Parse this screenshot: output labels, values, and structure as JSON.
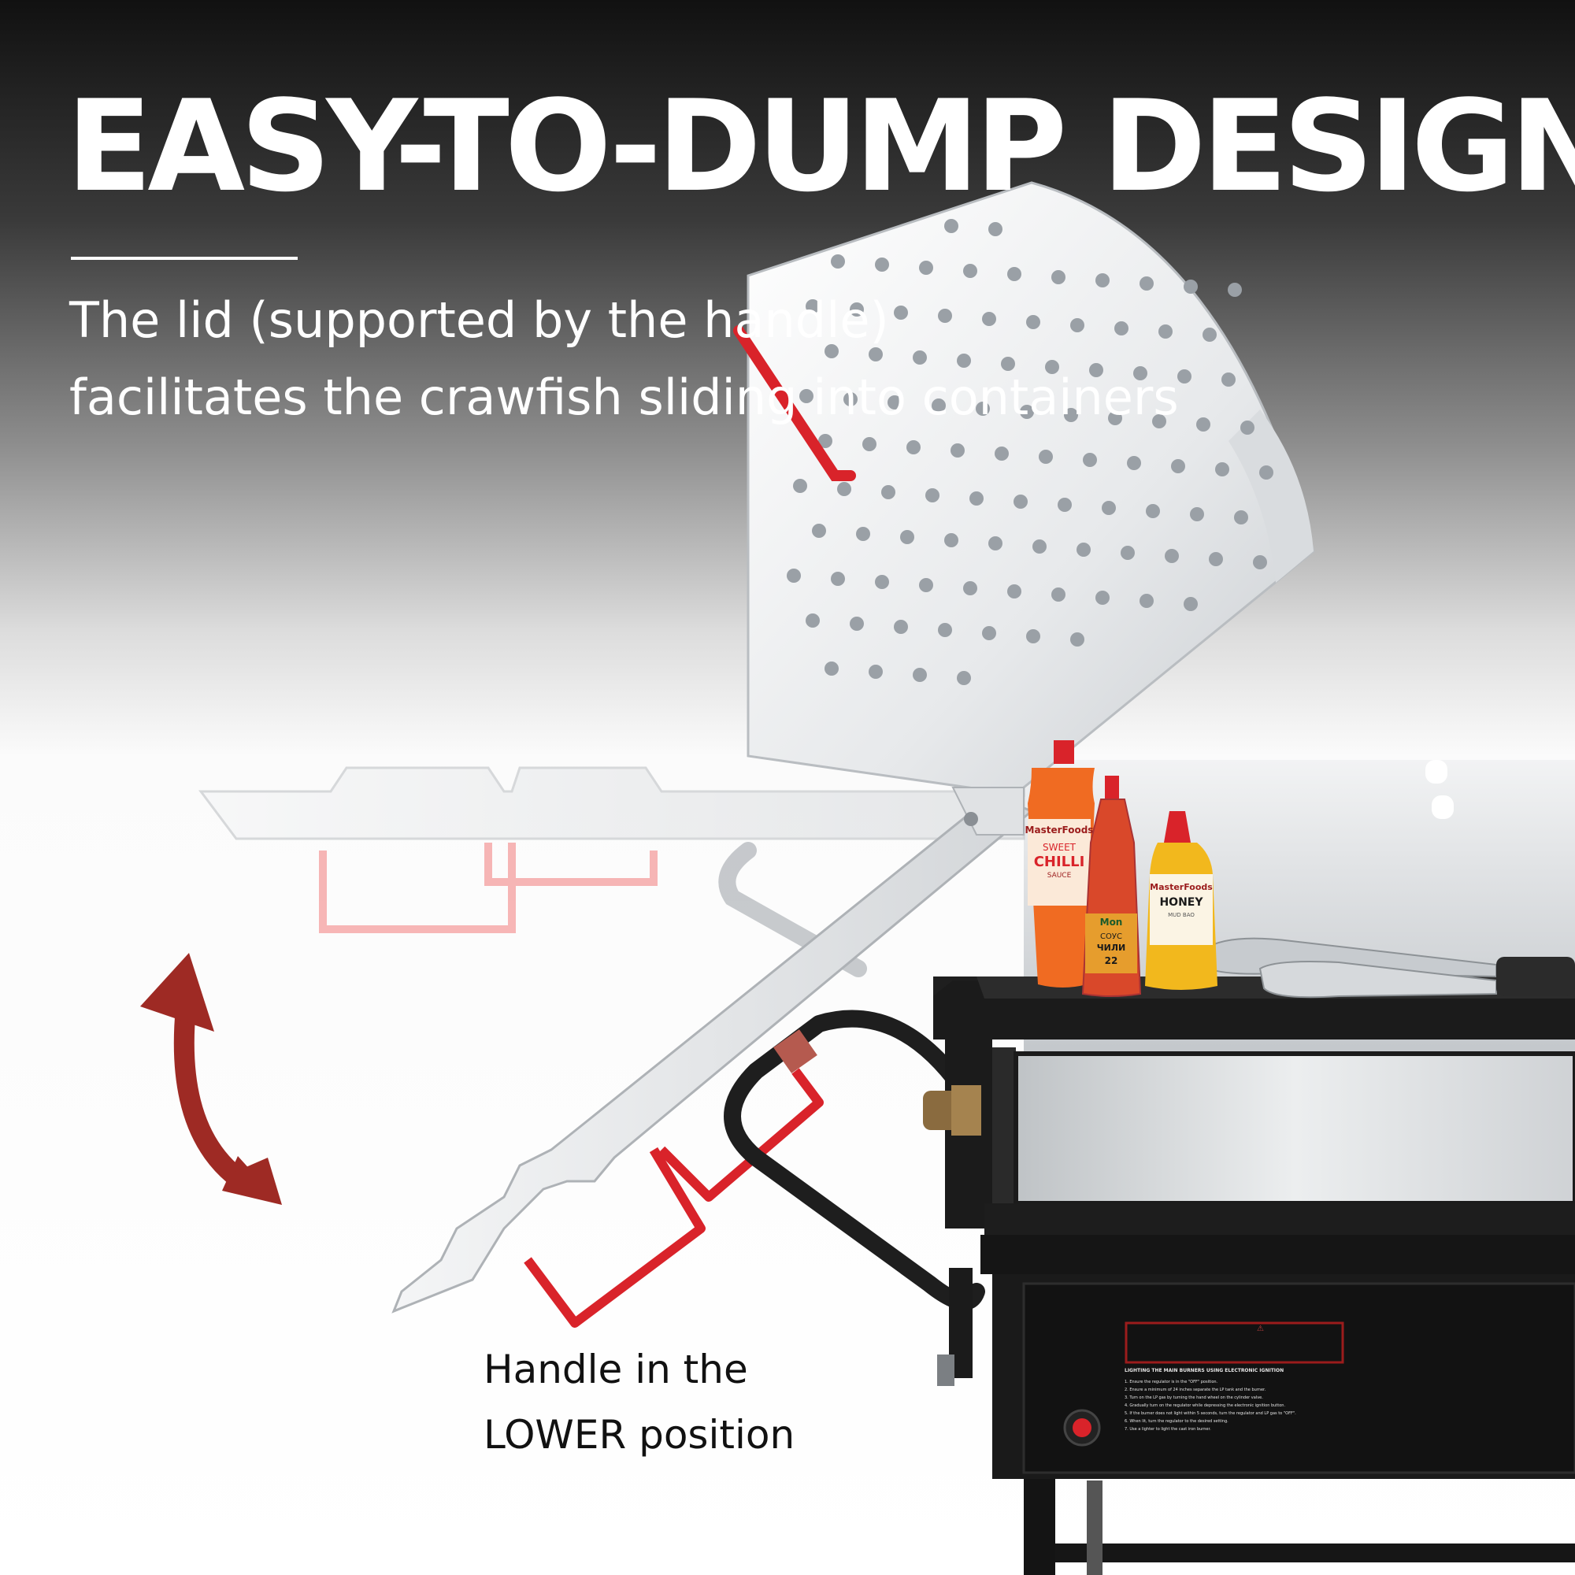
{
  "headline": "EASY-TO-DUMP DESIGN",
  "description": {
    "line1": "The lid (supported by the handle)",
    "line2": "facilitates the crawfish sliding into containers"
  },
  "caption": {
    "line1": "Handle in the",
    "line2": "LOWER position"
  },
  "bottles": {
    "sweet_chilli": {
      "brand": "MasterFoods",
      "line1": "SWEET",
      "line2": "CHILLI",
      "line3": "SAUCE"
    },
    "chili_sauce": {
      "brand": "Mon",
      "line1": "СОУС",
      "line2": "ЧИЛИ",
      "line3": "22"
    },
    "honey": {
      "brand": "MasterFoods",
      "line1": "HONEY",
      "line2": "MUD BAO"
    }
  },
  "control_panel": {
    "warning_title": "⚠",
    "instructions_title": "LIGHTING THE MAIN BURNERS USING ELECTRONIC IGNITION",
    "steps": [
      "1. Ensure the regulator is in the \"OFF\" position.",
      "2. Ensure a minimum of 24 inches separate the LP tank and the burner.",
      "3. Turn on the LP gas by turning the hand wheel on the cylinder valve.",
      "4. Gradually turn on the regulator while depressing the electronic ignition button.",
      "5. If the burner does not light within 5 seconds, turn the regulator and LP gas to \"OFF\".",
      "6. When lit, turn the regulator to the desired setting.",
      "7. Use a lighter to light the cast iron burner."
    ]
  },
  "colors": {
    "arrow": "#9e2a24",
    "handle_red": "#d9232a",
    "frame_black": "#1b1b1b",
    "steel": "#c9cdd1"
  }
}
